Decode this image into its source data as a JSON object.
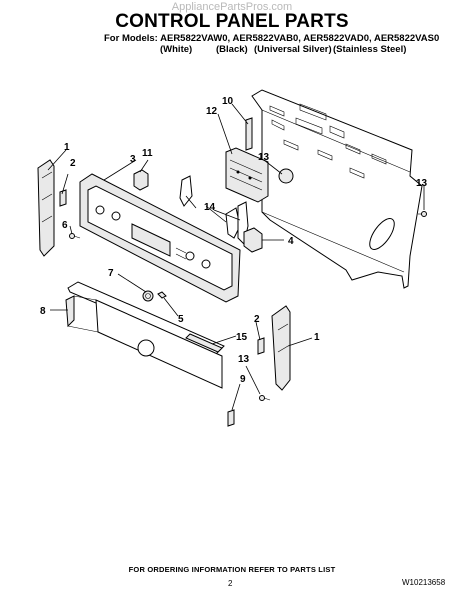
{
  "header": {
    "watermark": "AppliancePartsPros.com",
    "title": "CONTROL PANEL PARTS",
    "models_line": "For Models: AER5822VAW0, AER5822VAB0, AER5822VAD0, AER5822VAS0",
    "variants": [
      "(White)",
      "(Black)",
      "(Universal Silver)",
      "(Stainless Steel)"
    ]
  },
  "callouts": {
    "c1a": "1",
    "c2a": "2",
    "c3": "3",
    "c4": "4",
    "c5": "5",
    "c6": "6",
    "c7": "7",
    "c8": "8",
    "c9": "9",
    "c10": "10",
    "c11": "11",
    "c12": "12",
    "c13a": "13",
    "c13b": "13",
    "c13c": "13",
    "c14": "14",
    "c15": "15",
    "c1b": "1",
    "c2b": "2"
  },
  "footer": {
    "note": "FOR ORDERING INFORMATION REFER TO PARTS LIST",
    "page": "2",
    "code": "W10213658"
  }
}
